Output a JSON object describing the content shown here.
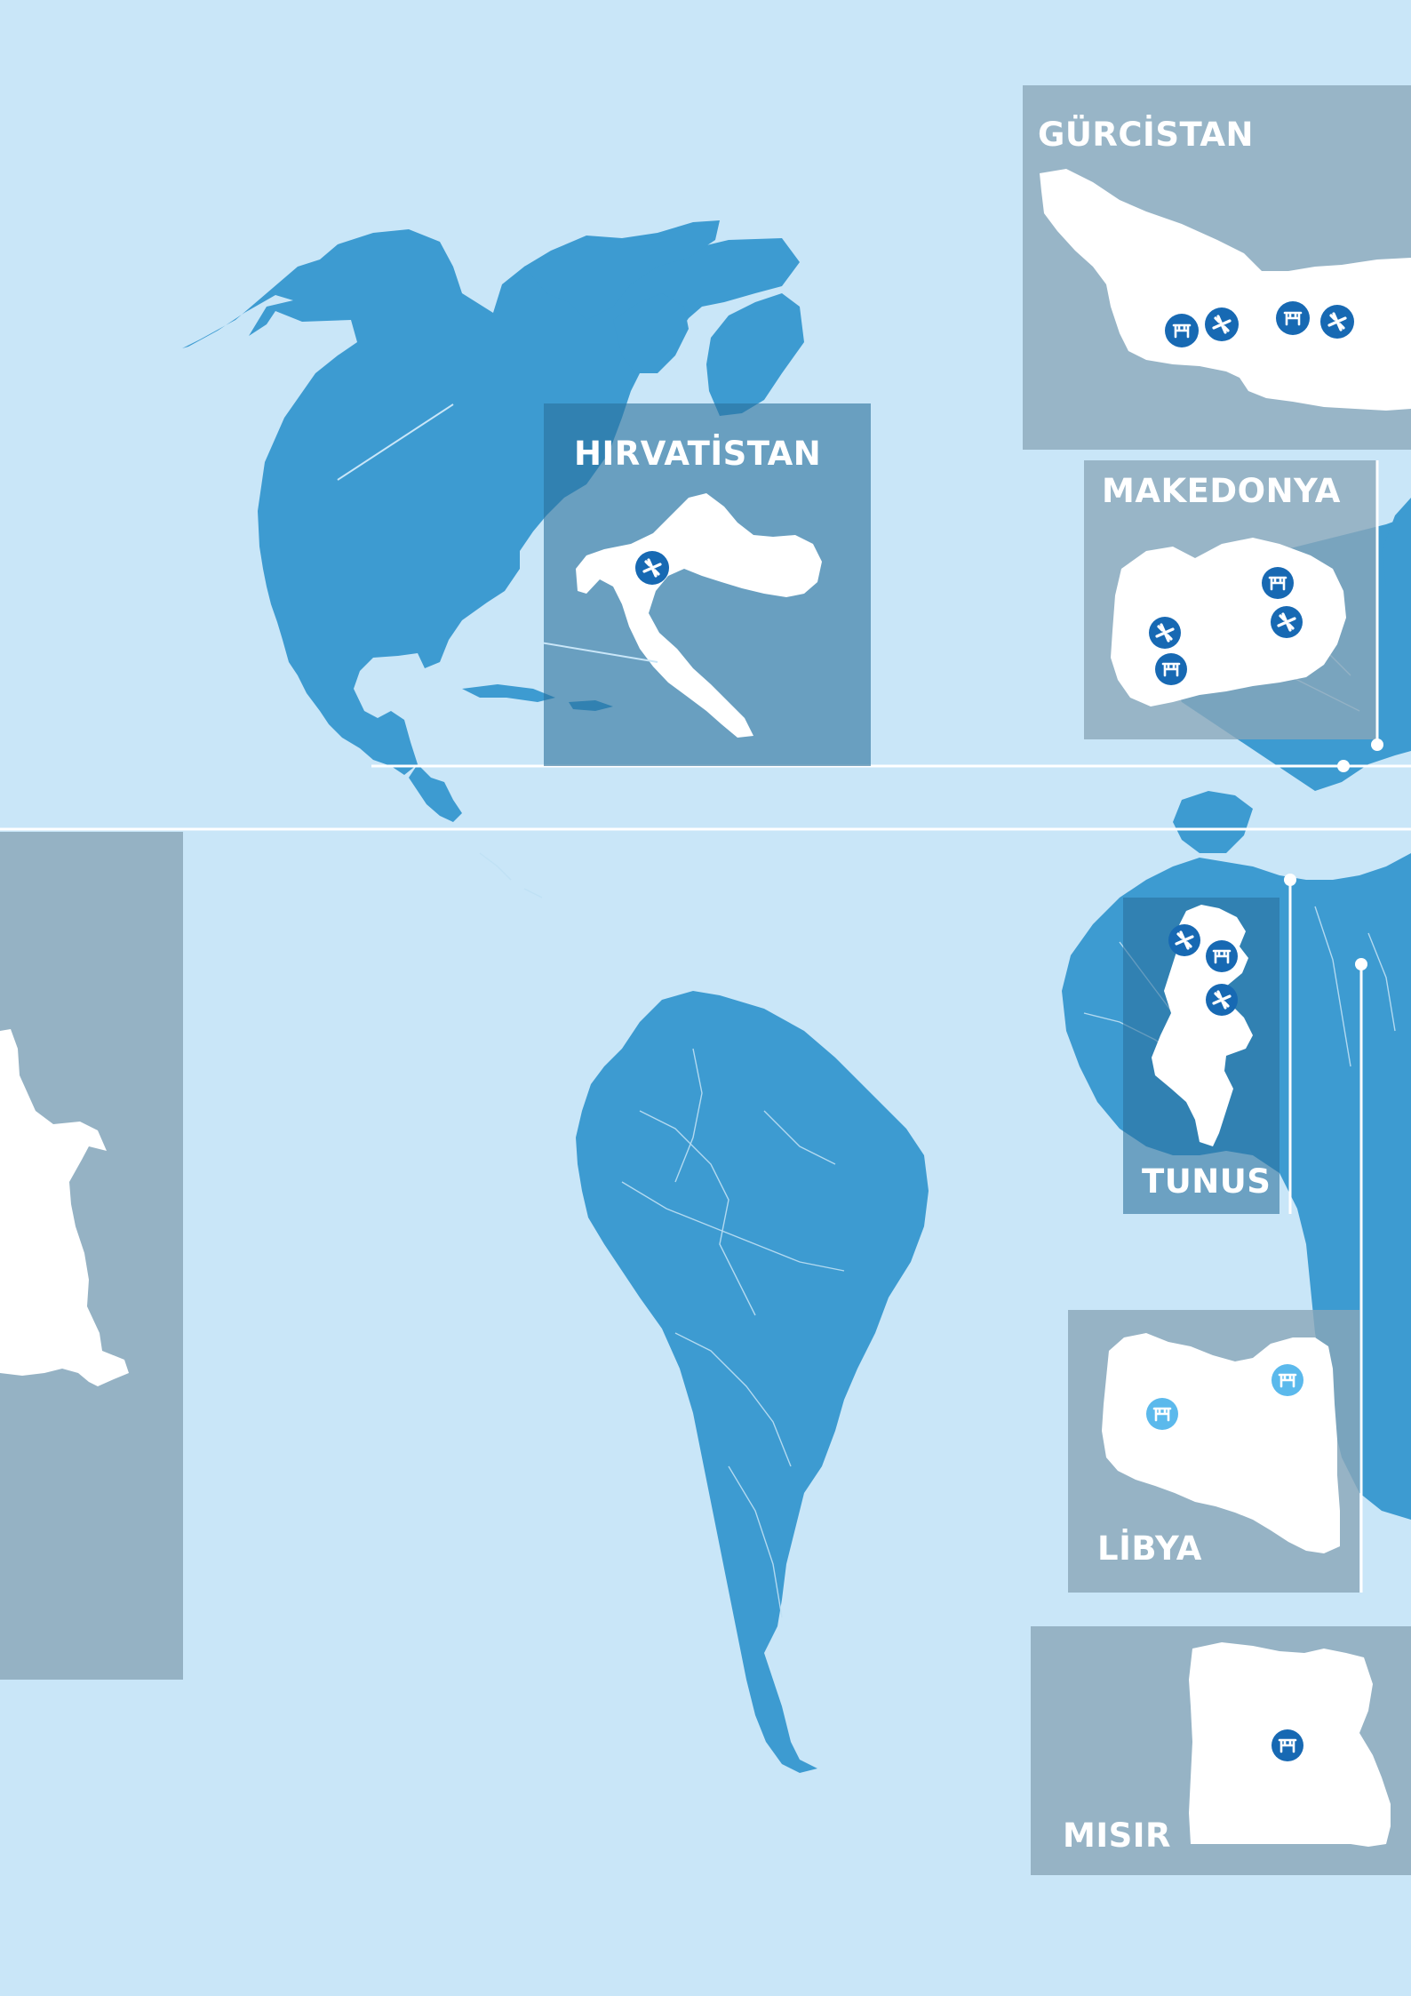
{
  "map": {
    "colors": {
      "ocean": "#c9e6f8",
      "land": "#3d9bd1",
      "panel": "#8aa6b8",
      "country": "#ffffff",
      "marker_dark": "#1769b3",
      "marker_light": "#5bb9ec",
      "border": "#bfe0f4"
    },
    "panels": [
      {
        "id": "gurcistan",
        "label": "GÜRCİSTAN",
        "markers": [
          {
            "icon": "port-icon",
            "style": "dark"
          },
          {
            "icon": "airport-icon",
            "style": "dark"
          },
          {
            "icon": "port-icon",
            "style": "dark"
          },
          {
            "icon": "airport-icon",
            "style": "dark"
          }
        ]
      },
      {
        "id": "hirvatistan",
        "label": "HIRVATİSTAN",
        "markers": [
          {
            "icon": "airport-icon",
            "style": "dark"
          }
        ]
      },
      {
        "id": "makedonya",
        "label": "MAKEDONYA",
        "markers": [
          {
            "icon": "port-icon",
            "style": "dark"
          },
          {
            "icon": "airport-icon",
            "style": "dark"
          },
          {
            "icon": "airport-icon",
            "style": "dark"
          },
          {
            "icon": "port-icon",
            "style": "dark"
          }
        ]
      },
      {
        "id": "tunus",
        "label": "TUNUS",
        "markers": [
          {
            "icon": "airport-icon",
            "style": "dark"
          },
          {
            "icon": "port-icon",
            "style": "dark"
          },
          {
            "icon": "airport-icon",
            "style": "dark"
          }
        ]
      },
      {
        "id": "libya",
        "label": "LİBYA",
        "markers": [
          {
            "icon": "port-icon",
            "style": "light"
          },
          {
            "icon": "port-icon",
            "style": "light"
          }
        ]
      },
      {
        "id": "misir",
        "label": "MISIR",
        "markers": [
          {
            "icon": "port-icon",
            "style": "dark"
          }
        ]
      },
      {
        "id": "left-partial",
        "label": "",
        "markers": []
      }
    ]
  }
}
